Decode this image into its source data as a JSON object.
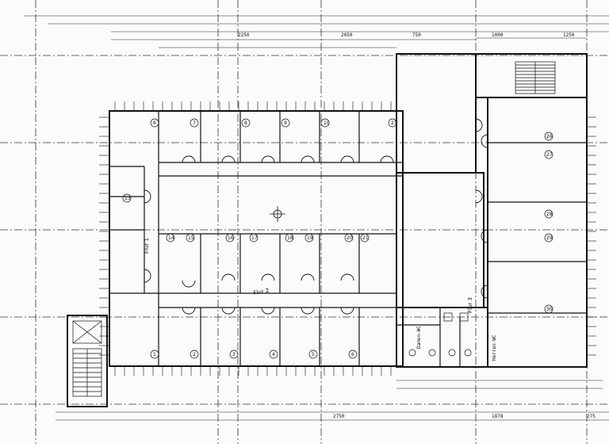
{
  "plan": {
    "flur_labels": [
      "Flur 1",
      "Flur 2",
      "Flur 3"
    ],
    "room_numbers_top": [
      "6",
      "7",
      "8",
      "9",
      "10",
      "23"
    ],
    "room_numbers_mid": [
      "13",
      "14",
      "15",
      "16",
      "17",
      "18",
      "19",
      "20",
      "21"
    ],
    "room_numbers_bottom": [
      "1",
      "2",
      "3",
      "4",
      "5",
      "6"
    ],
    "room_numbers_right": [
      "26",
      "27",
      "28",
      "29",
      "30"
    ],
    "top_dimensions": [
      "2250",
      "2050",
      "750",
      "1000",
      "1250"
    ],
    "bottom_dimensions": [
      "2750",
      "1878",
      "275"
    ],
    "wc_labels": [
      "Damen-WC",
      "Herren-WC"
    ]
  }
}
